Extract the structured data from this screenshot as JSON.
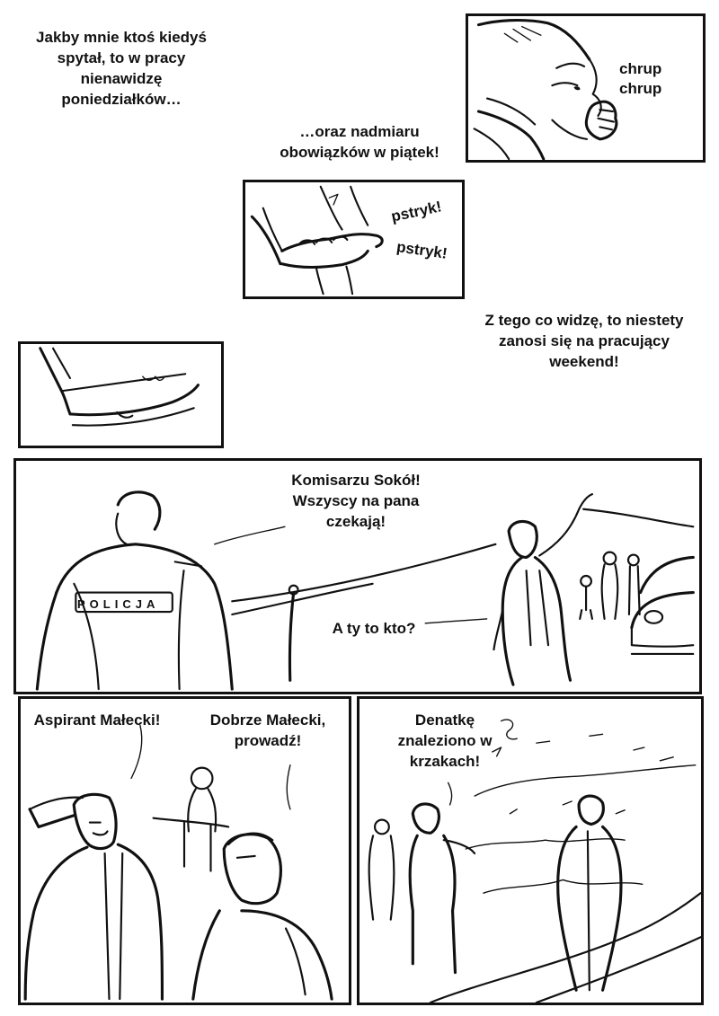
{
  "captions": {
    "intro": "Jakby mnie ktoś kiedyś\nspytał, to w pracy\nnienawidzę\nponiedziałków…",
    "friday": "…oraz nadmiaru\nobowiązków w piątek!",
    "weekend": "Z tego co widzę, to niestety\nzanosi się na pracujący\nweekend!"
  },
  "panel_crunch": {
    "sfx": "chrup\n  chrup"
  },
  "panel_snap": {
    "sfx_1": "pstryk!",
    "sfx_2": "pstryk!"
  },
  "panel_scene": {
    "speech_1": "Komisarzu Sokół!\nWszyscy na pana\nczekają!",
    "speech_2": "A ty to kto?",
    "vest_text": "POLICJA"
  },
  "panel_salute": {
    "speech_1": "Aspirant Małecki!",
    "speech_2": "Dobrze Małecki,\nprowadź!"
  },
  "panel_bushes": {
    "speech_1": "Denatkę\nznaleziono w\nkrzakach!"
  }
}
